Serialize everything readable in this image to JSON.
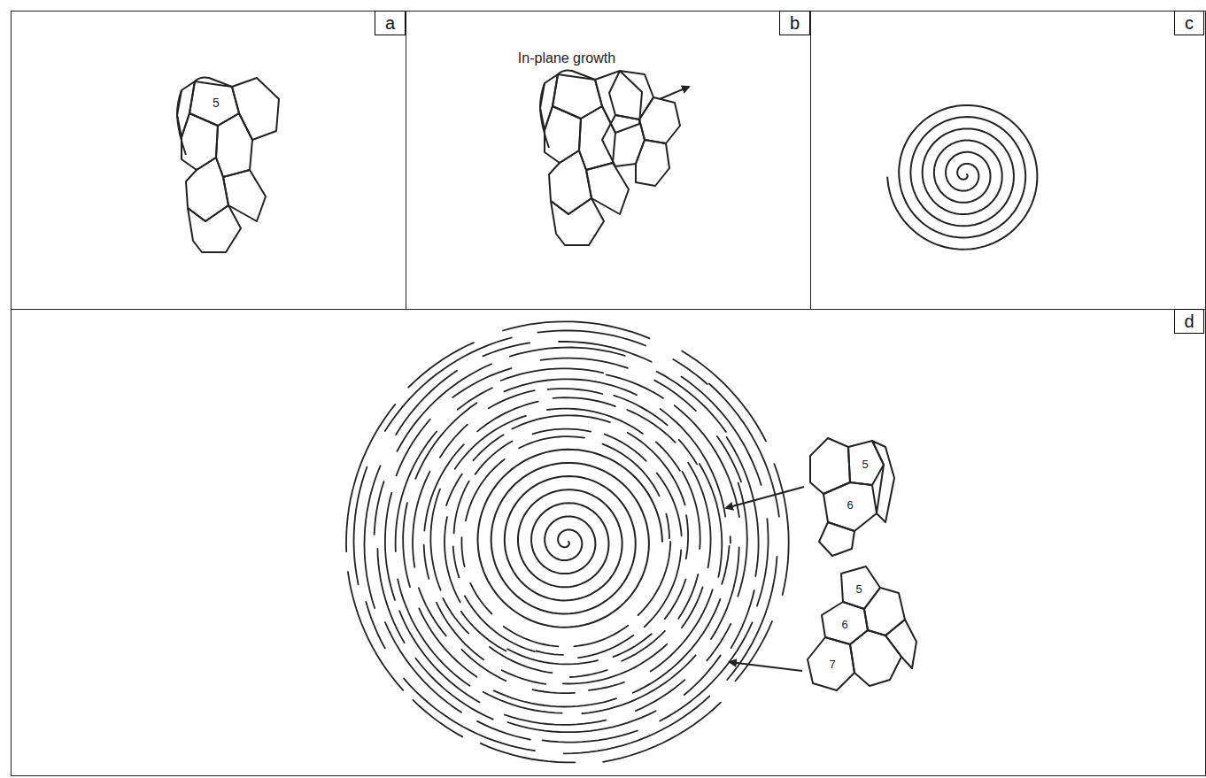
{
  "diagram": {
    "nodes": [
      {
        "text": [
          "a"
        ]
      },
      {
        "text": [
          "b"
        ]
      },
      {
        "text": [
          "c"
        ]
      },
      {
        "text": [
          "d"
        ]
      }
    ],
    "labels": [
      "5",
      "In-plane growth",
      "5",
      "6",
      "5",
      "6",
      "7"
    ]
  }
}
